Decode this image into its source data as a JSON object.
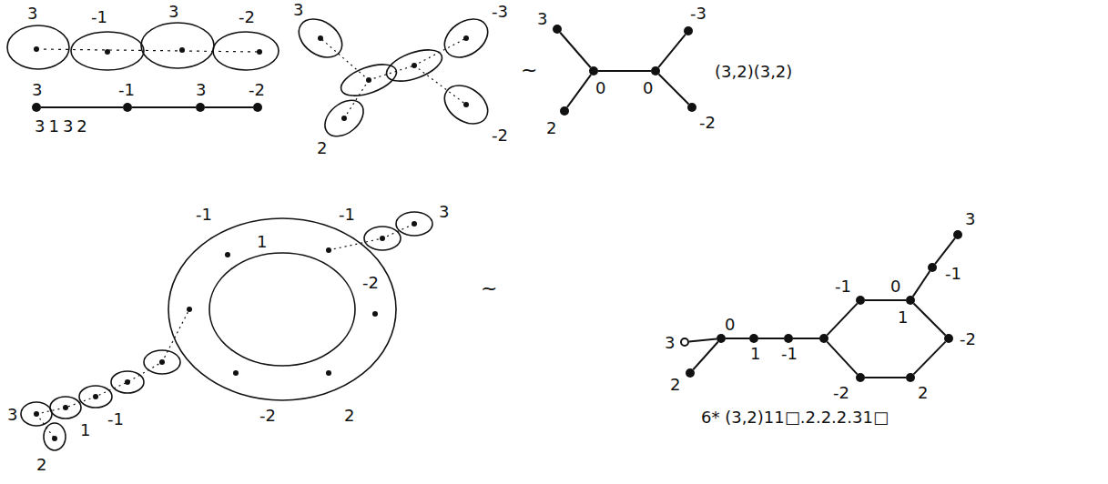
{
  "diagram": {
    "nodes": [
      {
        "text": [
          "3"
        ]
      },
      {
        "text": [
          "-1"
        ]
      },
      {
        "text": [
          "3"
        ]
      },
      {
        "text": [
          "-2"
        ]
      },
      {
        "text": [
          "3"
        ]
      },
      {
        "text": [
          "0"
        ]
      },
      {
        "text": [
          "2"
        ]
      },
      {
        "text": [
          "0"
        ]
      },
      {
        "text": [
          "-3"
        ]
      },
      {
        "text": [
          "-2"
        ]
      },
      {
        "text": [
          "3"
        ]
      },
      {
        "text": [
          "0"
        ]
      },
      {
        "text": [
          "2"
        ]
      },
      {
        "text": [
          "1"
        ]
      },
      {
        "text": [
          "-1"
        ]
      },
      {
        "text": []
      },
      {
        "text": [
          "-1"
        ]
      },
      {
        "text": [
          "0",
          "1"
        ]
      },
      {
        "text": [
          "-1"
        ]
      },
      {
        "text": [
          "3"
        ]
      },
      {
        "text": [
          "-2"
        ]
      },
      {
        "text": [
          "2"
        ]
      },
      {
        "text": [
          "-2"
        ]
      }
    ],
    "edges": [
      {
        "from": 0,
        "to": 1,
        "arrow": "none"
      },
      {
        "from": 1,
        "to": 2,
        "arrow": "none"
      },
      {
        "from": 2,
        "to": 3,
        "arrow": "none"
      },
      {
        "from": 4,
        "to": 5,
        "arrow": "none"
      },
      {
        "from": 6,
        "to": 5,
        "arrow": "none"
      },
      {
        "from": 5,
        "to": 7,
        "arrow": "none"
      },
      {
        "from": 7,
        "to": 8,
        "arrow": "none"
      },
      {
        "from": 7,
        "to": 9,
        "arrow": "none"
      },
      {
        "from": 10,
        "to": 11,
        "arrow": "none"
      },
      {
        "from": 12,
        "to": 11,
        "arrow": "none"
      },
      {
        "from": 11,
        "to": 13,
        "arrow": "none"
      },
      {
        "from": 13,
        "to": 14,
        "arrow": "none"
      },
      {
        "from": 14,
        "to": 15,
        "arrow": "none"
      },
      {
        "from": 15,
        "to": 16,
        "arrow": "none"
      },
      {
        "from": 16,
        "to": 17,
        "arrow": "none"
      },
      {
        "from": 17,
        "to": 20,
        "arrow": "none"
      },
      {
        "from": 20,
        "to": 21,
        "arrow": "none"
      },
      {
        "from": 21,
        "to": 22,
        "arrow": "none"
      },
      {
        "from": 22,
        "to": 15,
        "arrow": "none"
      },
      {
        "from": 17,
        "to": 18,
        "arrow": "none"
      },
      {
        "from": 18,
        "to": 19,
        "arrow": "none"
      }
    ],
    "labels": [
      "3",
      "-1",
      "3",
      "-2",
      "3132",
      "3",
      "-3",
      "2",
      "-2",
      "~",
      "(3,2)(3,2)",
      "-1",
      "1",
      "-1",
      "3",
      "-2",
      "2",
      "-2",
      "3",
      "1",
      "-1",
      "2",
      "~",
      "6* (3,2)11□.2.2.2.31□"
    ]
  }
}
